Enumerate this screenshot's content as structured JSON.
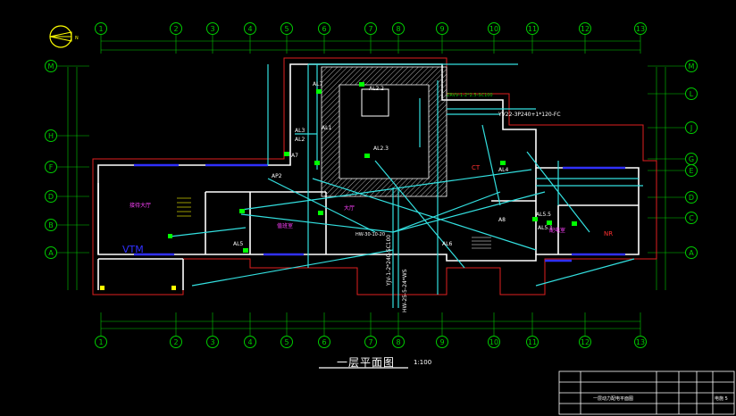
{
  "drawing": {
    "title": "一层平面图",
    "scale": "1:100"
  },
  "grid": {
    "columns": [
      "1",
      "2",
      "3",
      "4",
      "5",
      "6",
      "7",
      "8",
      "9",
      "10",
      "11",
      "12",
      "13"
    ],
    "rows_left": [
      "M",
      "H",
      "F",
      "D",
      "B",
      "A"
    ],
    "rows_right": [
      "M",
      "L",
      "J",
      "G",
      "E",
      "D",
      "C",
      "A"
    ]
  },
  "panels": [
    "AL2.2",
    "AL2.3",
    "AL1",
    "AL2",
    "AL3",
    "AL4",
    "AL5",
    "AL5.1",
    "AL6",
    "AP2",
    "A7",
    "A8",
    "AL7",
    "AL5.5"
  ],
  "cables": [
    "YV22-3P240+1*120-FC",
    "YJV-1-2*240-SC100",
    "HW-30-10-20",
    "ZRVV-1-2*2.5-SC100",
    "HW-25-5-24*WS"
  ],
  "labels": {
    "room_left": "接待大厅",
    "room_mid": "值班室",
    "room_right": "配电室",
    "room_hall": "大厅",
    "ct": "CT",
    "nr": "NR",
    "vtm": "VTM",
    "north": "N"
  },
  "title_block": {
    "drawing_name": "一层动力配电平面图",
    "sheet_no": "电施 5"
  },
  "colors": {
    "wall": "#ffffff",
    "grid_green": "#00cc00",
    "cable_cyan": "#33e0e0",
    "outline_red": "#e02020",
    "hatch": "#c0c0c0",
    "yellow": "#ffff00",
    "blue": "#3030ff",
    "magenta": "#ff40ff"
  }
}
